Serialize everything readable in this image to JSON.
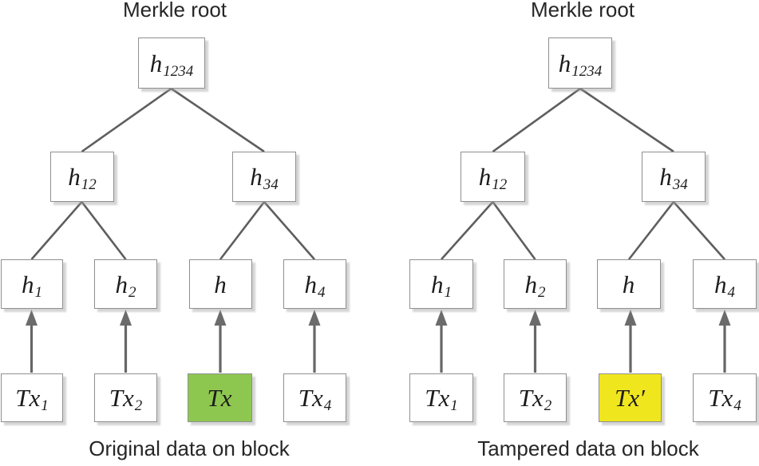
{
  "figure": {
    "colors": {
      "highlight_green": "#8EC750",
      "highlight_yellow": "#F0E61E",
      "line": "#5e5e5e",
      "box_border": "#8f8f8f"
    },
    "trees": [
      {
        "title": "Merkle root",
        "caption": "Original data on block",
        "nodes": {
          "root": {
            "base": "h",
            "sub": "1234"
          },
          "h12": {
            "base": "h",
            "sub": "12"
          },
          "h34": {
            "base": "h",
            "sub": "34"
          },
          "h1": {
            "base": "h",
            "sub": "1"
          },
          "h2": {
            "base": "h",
            "sub": "2"
          },
          "h": {
            "base": "h",
            "sub": ""
          },
          "h4": {
            "base": "h",
            "sub": "4"
          },
          "tx1": {
            "base": "Tx",
            "sub": "1"
          },
          "tx2": {
            "base": "Tx",
            "sub": "2"
          },
          "tx": {
            "base": "Tx",
            "sub": "",
            "highlight": "green"
          },
          "tx4": {
            "base": "Tx",
            "sub": "4"
          }
        }
      },
      {
        "title": "Merkle root",
        "caption": "Tampered data on block",
        "nodes": {
          "root": {
            "base": "h",
            "sub": "1234"
          },
          "h12": {
            "base": "h",
            "sub": "12"
          },
          "h34": {
            "base": "h",
            "sub": "34"
          },
          "h1": {
            "base": "h",
            "sub": "1"
          },
          "h2": {
            "base": "h",
            "sub": "2"
          },
          "h": {
            "base": "h",
            "sub": ""
          },
          "h4": {
            "base": "h",
            "sub": "4"
          },
          "tx1": {
            "base": "Tx",
            "sub": "1"
          },
          "tx2": {
            "base": "Tx",
            "sub": "2"
          },
          "tx": {
            "base": "Tx′",
            "sub": "",
            "highlight": "yellow"
          },
          "tx4": {
            "base": "Tx",
            "sub": "4"
          }
        }
      }
    ]
  }
}
